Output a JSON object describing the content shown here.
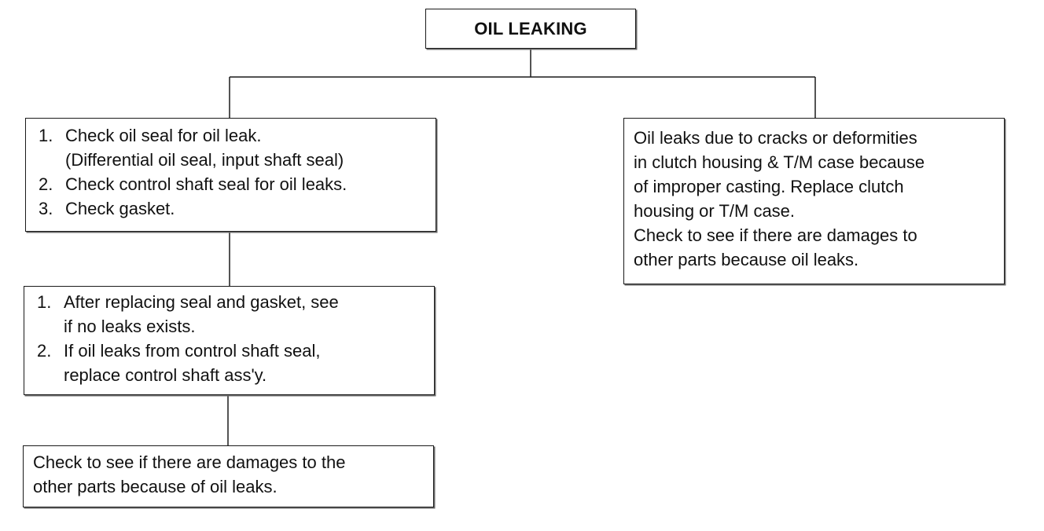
{
  "title": "OIL LEAKING",
  "left_branch": {
    "checks": {
      "items": [
        {
          "number": "1.",
          "lines": [
            "Check oil seal for oil leak.",
            "(Differential oil seal, input shaft seal)"
          ]
        },
        {
          "number": "2.",
          "lines": [
            "Check control shaft seal for oil leaks."
          ]
        },
        {
          "number": "3.",
          "lines": [
            "Check gasket."
          ]
        }
      ]
    },
    "actions": {
      "items": [
        {
          "number": "1.",
          "lines": [
            "After replacing seal and gasket, see",
            "if no leaks exists."
          ]
        },
        {
          "number": "2.",
          "lines": [
            "If oil leaks from control shaft seal,",
            "replace control shaft ass'y."
          ]
        }
      ]
    },
    "final": {
      "lines": [
        "Check to see if there are damages to the",
        "other parts because of oil leaks."
      ]
    }
  },
  "right_branch": {
    "lines": [
      "Oil leaks due to cracks or deformities",
      "in clutch housing & T/M case because",
      "of improper casting. Replace clutch",
      "housing or T/M case.",
      "Check to see if there are damages to",
      "other parts because oil leaks."
    ]
  }
}
